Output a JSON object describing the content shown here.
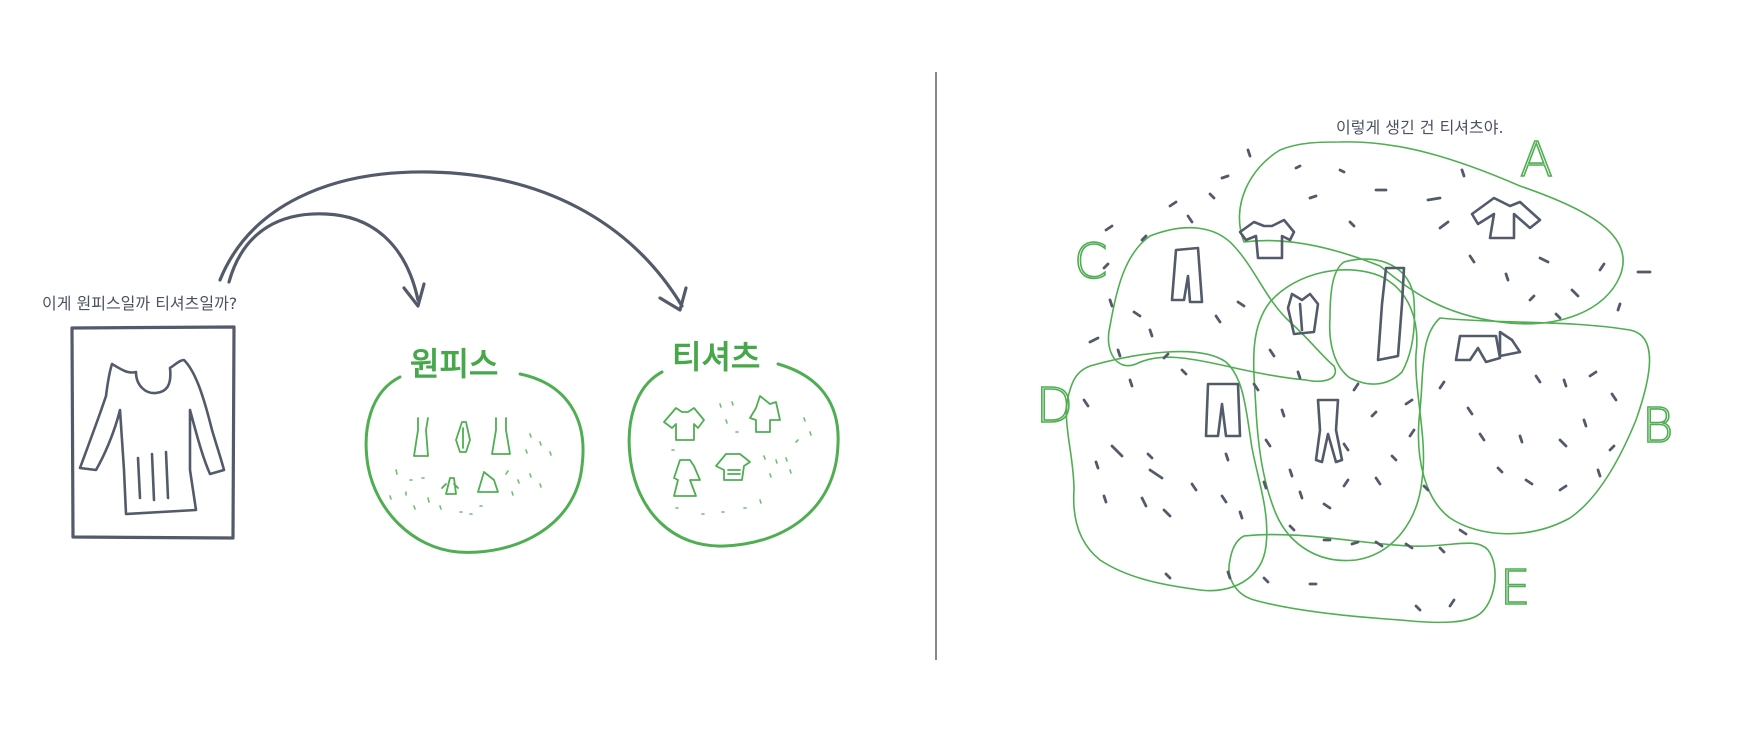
{
  "left_panel": {
    "question": "이게 원피스일까 티셔츠일까?",
    "category_1_label": "원피스",
    "category_2_label": "티셔츠"
  },
  "right_panel": {
    "caption": "이렇게 생긴 건 티셔츠야.",
    "region_labels": [
      "A",
      "B",
      "C",
      "D",
      "E"
    ]
  },
  "colors": {
    "ink": "#535a6a",
    "green": "#4fae52",
    "divider": "#6b6b6b"
  },
  "icons": [
    "dress-icon",
    "tshirt-icon",
    "pants-icon",
    "shorts-icon",
    "jacket-icon",
    "arrow-icon"
  ]
}
